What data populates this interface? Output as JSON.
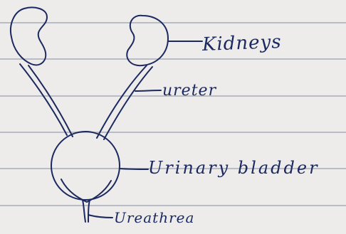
{
  "diagram": {
    "labels": {
      "kidneys": "Kidneys",
      "ureter": "ureter",
      "bladder": "Urinary bladder",
      "urethra": "Ureathrea"
    },
    "colors": {
      "ink": "#1c2960",
      "paper": "#edecea",
      "rule_line": "#b9bcc5"
    }
  }
}
